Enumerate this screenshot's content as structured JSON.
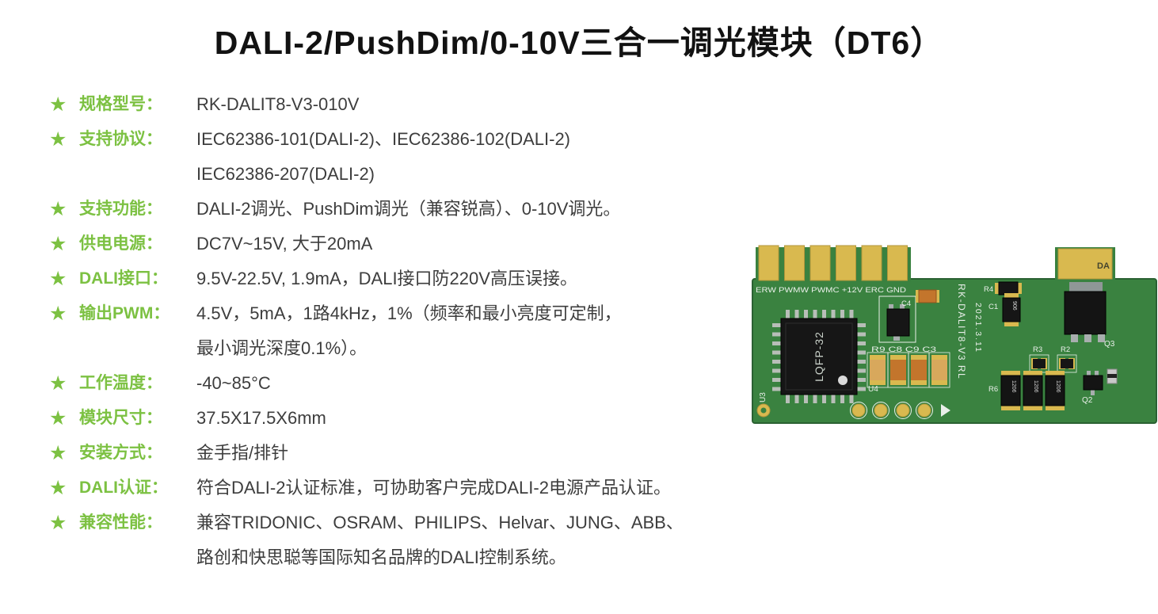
{
  "page": {
    "title": "DALI-2/PushDim/0-10V三合一调光模块（DT6）"
  },
  "icons": {
    "star": "★"
  },
  "colors": {
    "accent_green": "#7cc142",
    "pcb_green": "#3a8240",
    "pad_gold": "#d9b94f"
  },
  "specs": [
    {
      "label": "规格型号：",
      "line1": "RK-DALIT8-V3-010V"
    },
    {
      "label": "支持协议：",
      "line1": "IEC62386-101(DALI-2)、IEC62386-102(DALI-2)",
      "line2": "IEC62386-207(DALI-2)"
    },
    {
      "label": "支持功能：",
      "line1": "DALI-2调光、PushDim调光（兼容锐高）、0-10V调光。"
    },
    {
      "label": "供电电源：",
      "line1": "DC7V~15V, 大于20mA"
    },
    {
      "label": "DALI接口：",
      "line1": "9.5V-22.5V, 1.9mA，DALI接口防220V高压误接。"
    },
    {
      "label": "输出PWM：",
      "line1": "4.5V，5mA，1路4kHz，1%（频率和最小亮度可定制，",
      "line2": "最小调光深度0.1%）。"
    },
    {
      "label": "工作温度：",
      "line1": "-40~85°C"
    },
    {
      "label": "模块尺寸：",
      "line1": "37.5X17.5X6mm"
    },
    {
      "label": "安装方式：",
      "line1": "金手指/排针"
    },
    {
      "label": "DALI认证：",
      "line1": "符合DALI-2认证标准，可协助客户完成DALI-2电源产品认证。"
    },
    {
      "label": "兼容性能：",
      "line1": "兼容TRIDONIC、OSRAM、PHILIPS、Helvar、JUNG、ABB、",
      "line2": "路创和快思聪等国际知名品牌的DALI控制系统。"
    }
  ],
  "pcb": {
    "pin_labels": "ERW PWMW PWMC +12V ERC GND",
    "chip_name": "LQFP-32",
    "ref_u3": "U3",
    "ref_u4": "U4",
    "ref_c4": "C4",
    "cap_row_labels": "R9 C8 C9 C3",
    "board_name": "RK-DALIT8-V3  RL",
    "board_date": "2021.3.11",
    "ref_r4": "R4",
    "ref_c1": "C1",
    "c1_marking": "906",
    "ref_q3": "Q3",
    "ref_r3": "R3",
    "ref_r2": "R2",
    "ref_r6": "R6",
    "ref_q2": "Q2",
    "resistor_marking": "1206",
    "corner_label": "DA"
  }
}
